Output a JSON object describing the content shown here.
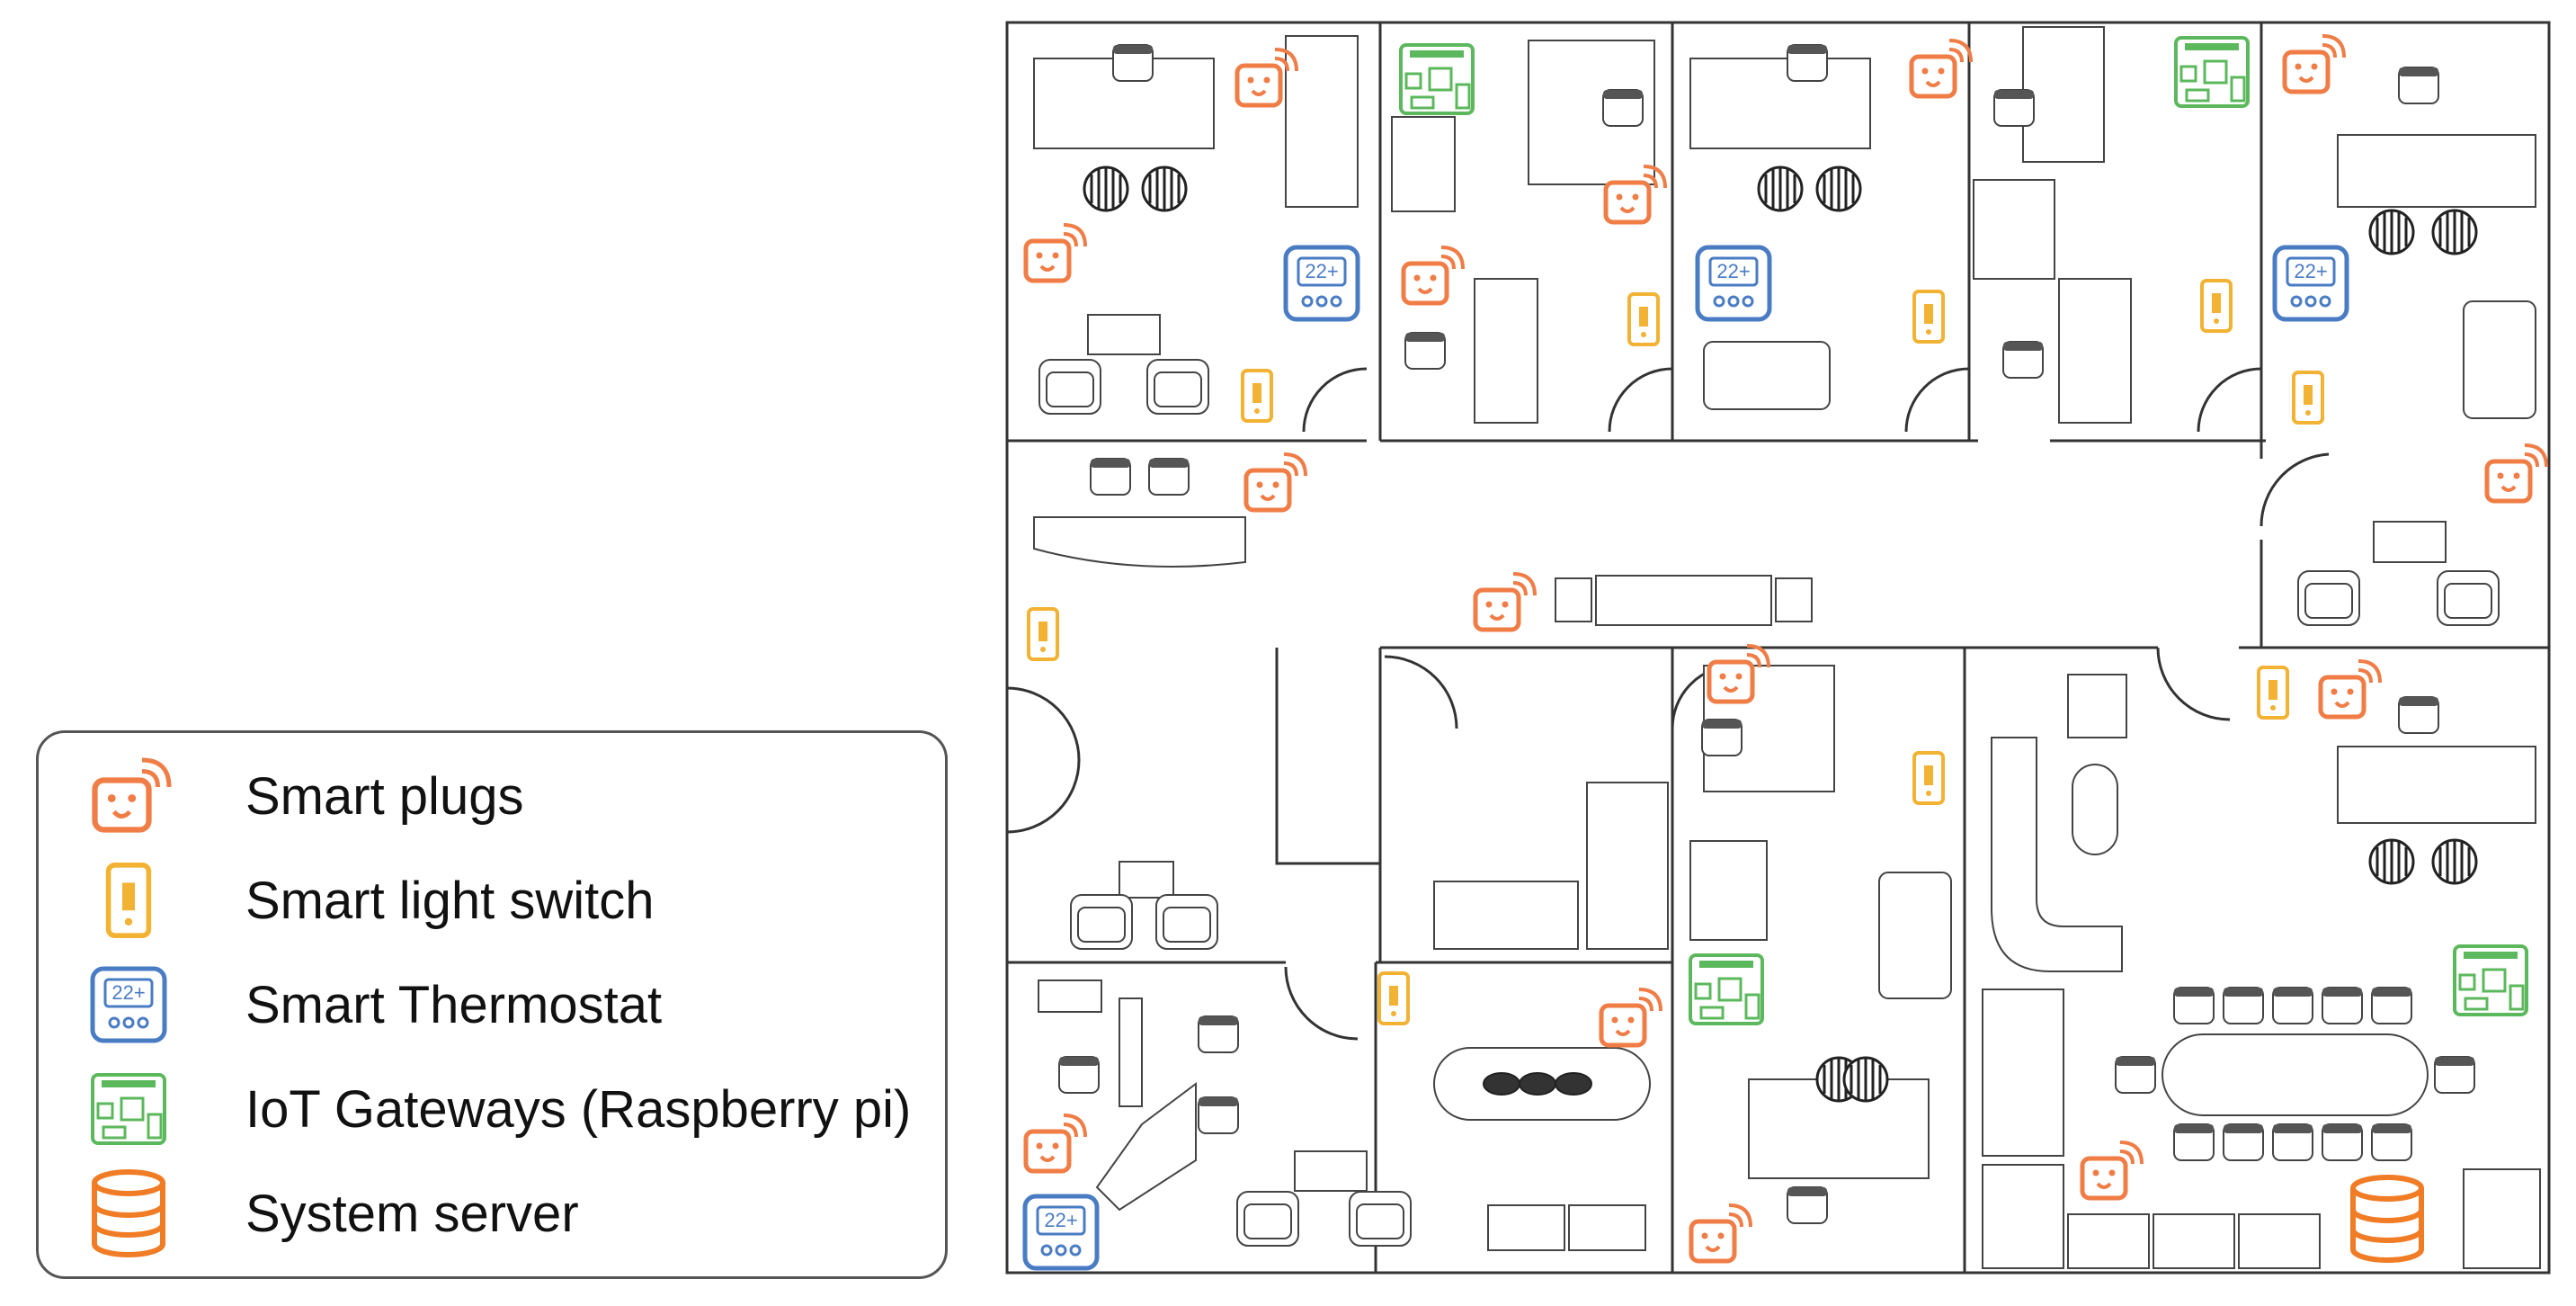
{
  "legend": {
    "items": [
      {
        "icon": "smart-plug-icon",
        "label": "Smart plugs",
        "color": "#f07c46"
      },
      {
        "icon": "smart-light-switch-icon",
        "label": "Smart light switch",
        "color": "#f2b233"
      },
      {
        "icon": "smart-thermostat-icon",
        "label": "Smart Thermostat",
        "color": "#4a7cc4"
      },
      {
        "icon": "iot-gateway-icon",
        "label": "IoT Gateways (Raspberry pi)",
        "color": "#5cb85c"
      },
      {
        "icon": "system-server-icon",
        "label": "System server",
        "color": "#f07c26"
      }
    ]
  },
  "device_icons": {
    "thermostat_reading": "22+"
  },
  "colors": {
    "plug": "#f07c46",
    "switch": "#f2b233",
    "thermostat": "#4a7cc4",
    "gateway": "#5cb85c",
    "server": "#f07c26",
    "wall": "#333333"
  }
}
